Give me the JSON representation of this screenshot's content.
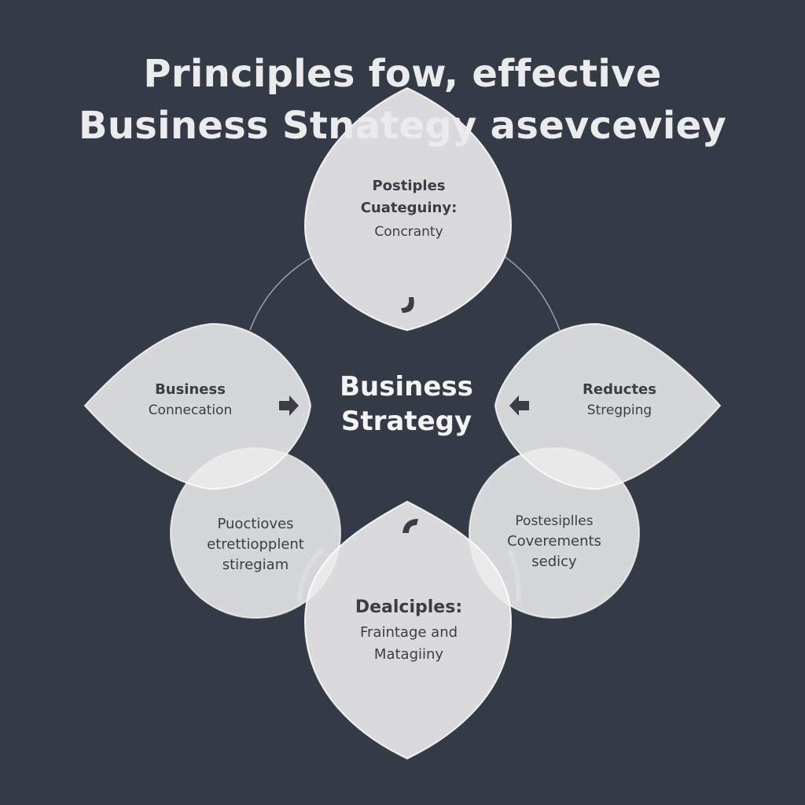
{
  "title": {
    "line1": "Principles fow, effective",
    "line2": "Business Stnategy asevceviey"
  },
  "center": {
    "line1": "Business",
    "line2": "Strategy"
  },
  "nodes": {
    "top": {
      "line1": "Postiples",
      "line2": "Cuateguiny:",
      "line3": "Concranty"
    },
    "left": {
      "line1": "Business",
      "line2": "Connecation"
    },
    "right": {
      "line1": "Reductes",
      "line2": "Stregping"
    },
    "bottom_left": {
      "line1": "Puoctioves",
      "line2": "etrettiopplent",
      "line3": "stiregiam"
    },
    "bottom_right": {
      "line1": "Postesiplles",
      "line2": "Coverements",
      "line3": "sedicy"
    },
    "bottom": {
      "line1": "Dealciples:",
      "line2": "Fraintage and",
      "line3": "Matagiiny"
    }
  },
  "colors": {
    "background": "#353a47",
    "shape_fill": "#ececec",
    "shape_stroke": "#ffffff",
    "text_dark": "#3a3d46",
    "text_light": "#ebebed",
    "connector": "#9aa0ab"
  },
  "icons": {
    "top": "curl-arrow-icon",
    "left": "arrow-right-icon",
    "right": "arrow-left-icon",
    "bottom": "curl-arrow-up-icon"
  }
}
